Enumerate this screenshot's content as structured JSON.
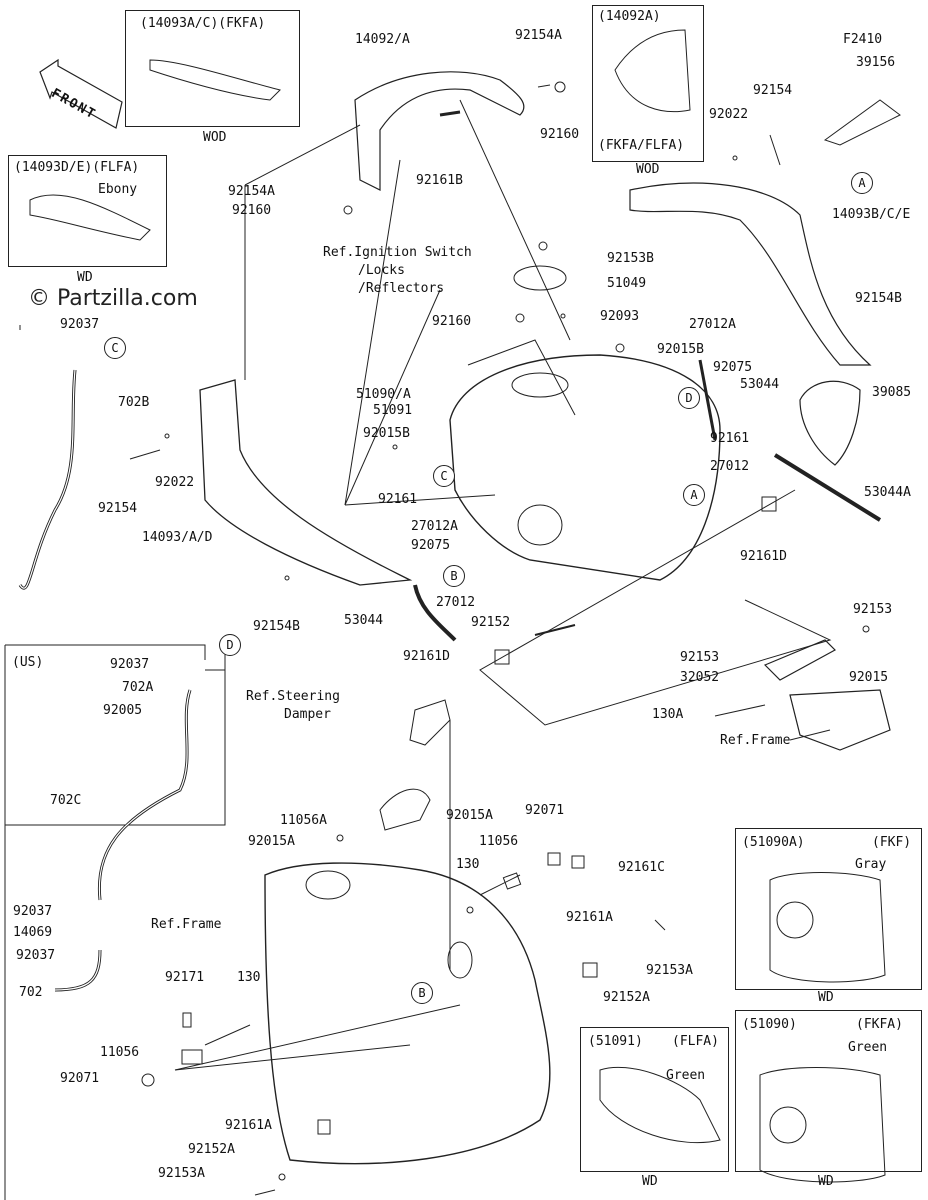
{
  "watermark": "© Partzilla.com",
  "front_label": "FRONT",
  "callouts": [
    "C",
    "A",
    "D",
    "C",
    "B",
    "A",
    "D",
    "B"
  ],
  "insets": {
    "top_left": {
      "header": "(14093A/C)(FKFA)",
      "footer": "WOD"
    },
    "left": {
      "header": "(14093D/E)(FLFA)",
      "sub": "Ebony",
      "footer": "WD"
    },
    "top_mid": {
      "header": "(14092A)",
      "sub": "(FKFA/FLFA)",
      "footer": "WOD"
    },
    "us": {
      "header": "(US)"
    },
    "r1": {
      "header": "(51090A)",
      "variant": "(FKF)",
      "color": "Gray",
      "footer": "WD"
    },
    "r2": {
      "header": "(51091)",
      "variant": "(FLFA)",
      "color": "Green",
      "footer": "WD"
    },
    "r3": {
      "header": "(51090)",
      "variant": "(FKFA)",
      "color": "Green",
      "footer": "WD"
    }
  },
  "parts": [
    "14092/A",
    "92154A",
    "92160",
    "F2410",
    "39156",
    "92022",
    "92154",
    "14093B/C/E",
    "92154A",
    "92160",
    "92161B",
    "Ref.Ignition Switch",
    "/Locks",
    "/Reflectors",
    "92153B",
    "51049",
    "92160",
    "92093",
    "92037",
    "702B",
    "27012A",
    "92154B",
    "92015B",
    "92075",
    "53044",
    "39085",
    "51090/A",
    "51091",
    "92015B",
    "92161",
    "27012",
    "92022",
    "92154",
    "92161",
    "53044A",
    "27012A",
    "92075",
    "14093/A/D",
    "92161D",
    "92154B",
    "53044",
    "27012",
    "92152",
    "92161D",
    "92153",
    "92153",
    "92015",
    "32052",
    "130A",
    "Ref.Frame",
    "92037",
    "702A",
    "92005",
    "702C",
    "Ref.Steering",
    "Damper",
    "11056A",
    "92015A",
    "92015A",
    "92071",
    "11056",
    "92161C",
    "130",
    "Ref.Frame",
    "92161A",
    "92153A",
    "92152A",
    "92037",
    "14069",
    "92037",
    "702",
    "92171",
    "130",
    "11056",
    "92071",
    "92161A",
    "92152A",
    "92153A"
  ]
}
